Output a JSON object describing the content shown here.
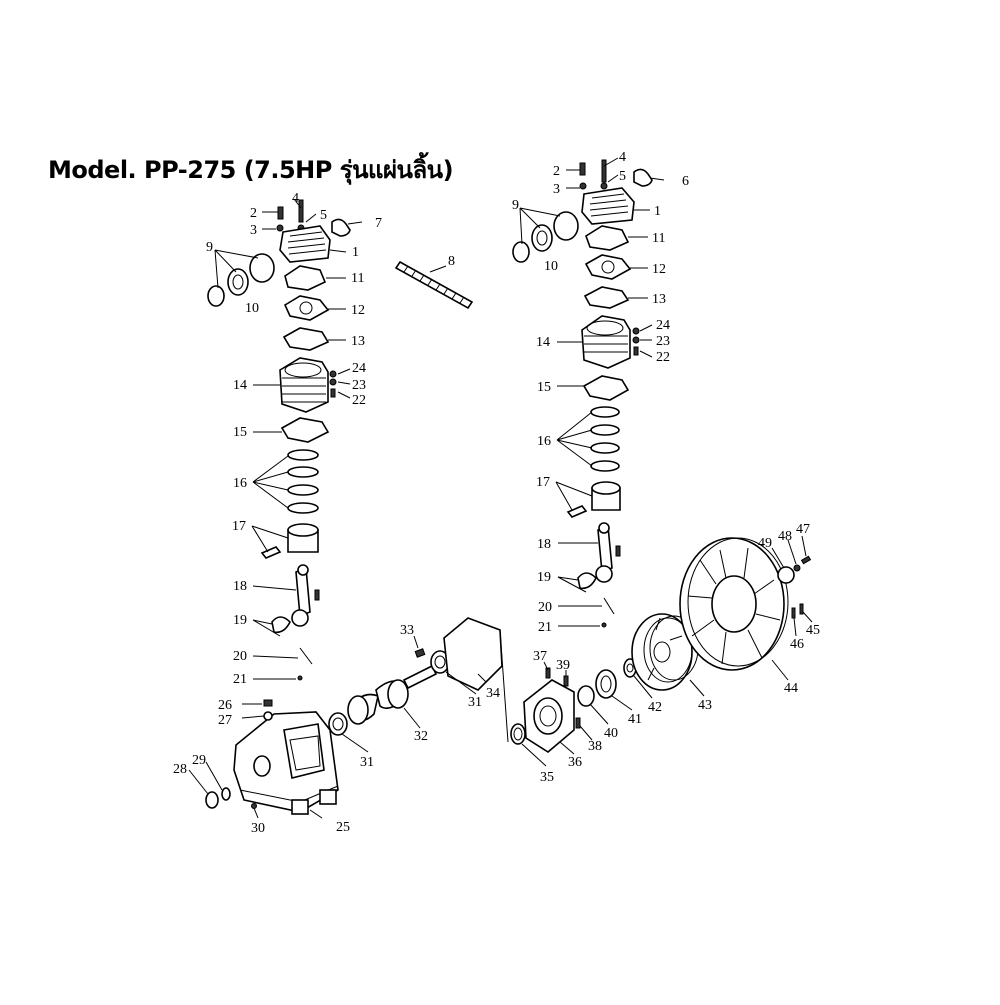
{
  "title": "Model. PP-275 (7.5HP รุ่นแผ่นลิ้น)",
  "part_numbers": [
    "1",
    "2",
    "3",
    "4",
    "5",
    "6",
    "7",
    "8",
    "9",
    "10",
    "11",
    "12",
    "13",
    "14",
    "15",
    "16",
    "17",
    "18",
    "19",
    "20",
    "21",
    "22",
    "23",
    "24",
    "25",
    "26",
    "27",
    "28",
    "29",
    "30",
    "31",
    "32",
    "33",
    "34",
    "35",
    "36",
    "37",
    "38",
    "39",
    "40",
    "41",
    "42",
    "43",
    "44",
    "45",
    "46",
    "47",
    "48",
    "49"
  ],
  "callouts": {
    "left": {
      "n1": "1",
      "n2": "2",
      "n3": "3",
      "n4": "4",
      "n5": "5",
      "n7": "7",
      "n9": "9",
      "n10": "10",
      "n11": "11",
      "n12": "12",
      "n13": "13",
      "n14": "14",
      "n15": "15",
      "n16": "16",
      "n17": "17",
      "n18": "18",
      "n19": "19",
      "n20": "20",
      "n21": "21",
      "n22": "22",
      "n23": "23",
      "n24": "24"
    },
    "right": {
      "n1": "1",
      "n2": "2",
      "n3": "3",
      "n4": "4",
      "n5": "5",
      "n6": "6",
      "n9": "9",
      "n10": "10",
      "n11": "11",
      "n12": "12",
      "n13": "13",
      "n14": "14",
      "n15": "15",
      "n16": "16",
      "n17": "17",
      "n18": "18",
      "n19": "19",
      "n20": "20",
      "n21": "21",
      "n22": "22",
      "n23": "23",
      "n24": "24"
    },
    "shared": {
      "n8": "8",
      "n25": "25",
      "n26": "26",
      "n27": "27",
      "n28": "28",
      "n29": "29",
      "n30": "30",
      "n31a": "31",
      "n31b": "31",
      "n32": "32",
      "n33": "33",
      "n34": "34",
      "n35": "35",
      "n36": "36",
      "n37": "37",
      "n38": "38",
      "n39": "39",
      "n40": "40",
      "n41": "41",
      "n42": "42",
      "n43": "43",
      "n44": "44",
      "n45": "45",
      "n46": "46",
      "n47": "47",
      "n48": "48",
      "n49": "49"
    }
  }
}
